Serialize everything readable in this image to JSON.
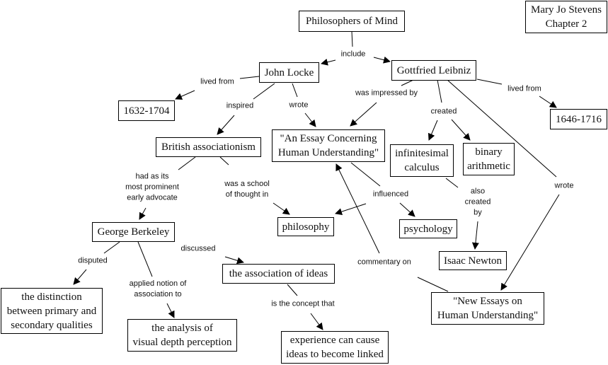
{
  "nodes": {
    "title": "Philosophers of Mind",
    "author": "Mary Jo Stevens\nChapter 2",
    "locke": "John Locke",
    "leibniz": "Gottfried Leibniz",
    "locke_dates": "1632-1704",
    "leibniz_dates": "1646-1716",
    "british_assoc": "British associationism",
    "essay": "\"An Essay Concerning\nHuman Understanding\"",
    "calculus": "infinitesimal\ncalculus",
    "binary": "binary\narithmetic",
    "berkeley": "George Berkeley",
    "philosophy": "philosophy",
    "psychology": "psychology",
    "newton": "Isaac Newton",
    "assoc_ideas": "the association of ideas",
    "distinction": "the distinction\nbetween primary and\nsecondary qualities",
    "depth": "the analysis of\nvisual depth perception",
    "experience": "experience can cause\nideas to become linked",
    "new_essays": "\"New Essays on\nHuman Understanding\""
  },
  "links": {
    "include": "include",
    "locke_lived": "lived from",
    "leibniz_lived": "lived from",
    "inspired": "inspired",
    "locke_wrote": "wrote",
    "impressed": "was impressed by",
    "created": "created",
    "leibniz_wrote": "wrote",
    "advocate": "had as its\nmost prominent\nearly advocate",
    "school": "was a school\nof thought in",
    "influenced": "influenced",
    "also_created": "also\ncreated\nby",
    "disputed": "disputed",
    "applied": "applied  notion of\nassociation to",
    "discussed": "discussed",
    "commentary": "commentary on",
    "concept": "is the concept that"
  }
}
